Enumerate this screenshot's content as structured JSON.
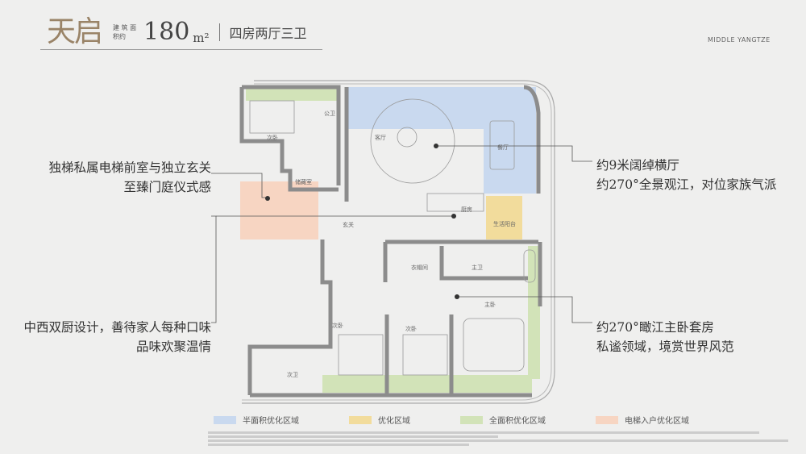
{
  "header": {
    "title": "天启",
    "area_label": "建 筑 面积约",
    "area_value": "180",
    "area_unit": "m²",
    "layout_type": "四房两厅三卫",
    "brand": "MIDDLE YANGTZE"
  },
  "callouts": {
    "left_top": [
      "独梯私属电梯前室与独立玄关",
      "至臻门庭仪式感"
    ],
    "left_bottom": [
      "中西双厨设计，善待家人每种口味",
      "品味欢聚温情"
    ],
    "right_top": [
      "约9米阔绰横厅",
      "约270°全景观江，对位家族气派"
    ],
    "right_bottom": [
      "约270°瞰江主卧套房",
      "私谧领域，境赏世界风范"
    ]
  },
  "rooms": {
    "bedroom_nw": "次卧",
    "public_bath": "公卫",
    "living": "客厅",
    "dining": "餐厅",
    "storage": "储藏室",
    "foyer": "玄关",
    "kitchen": "厨房",
    "utility_balcony": "生活阳台",
    "walk_in_closet": "衣帽间",
    "master_bath": "主卫",
    "master_bedroom": "主卧",
    "bedroom_s1": "次卧",
    "bedroom_s2": "次卧",
    "second_bath": "次卫"
  },
  "legend": [
    {
      "label": "半面积优化区域",
      "color": "#c9d9ef"
    },
    {
      "label": "优化区域",
      "color": "#f2dc9c"
    },
    {
      "label": "全面积优化区域",
      "color": "#d2e3b8"
    },
    {
      "label": "电梯入户优化区域",
      "color": "#f7d5c2"
    }
  ],
  "colors": {
    "title": "#9a8468",
    "wall": "#8c8c8c"
  }
}
